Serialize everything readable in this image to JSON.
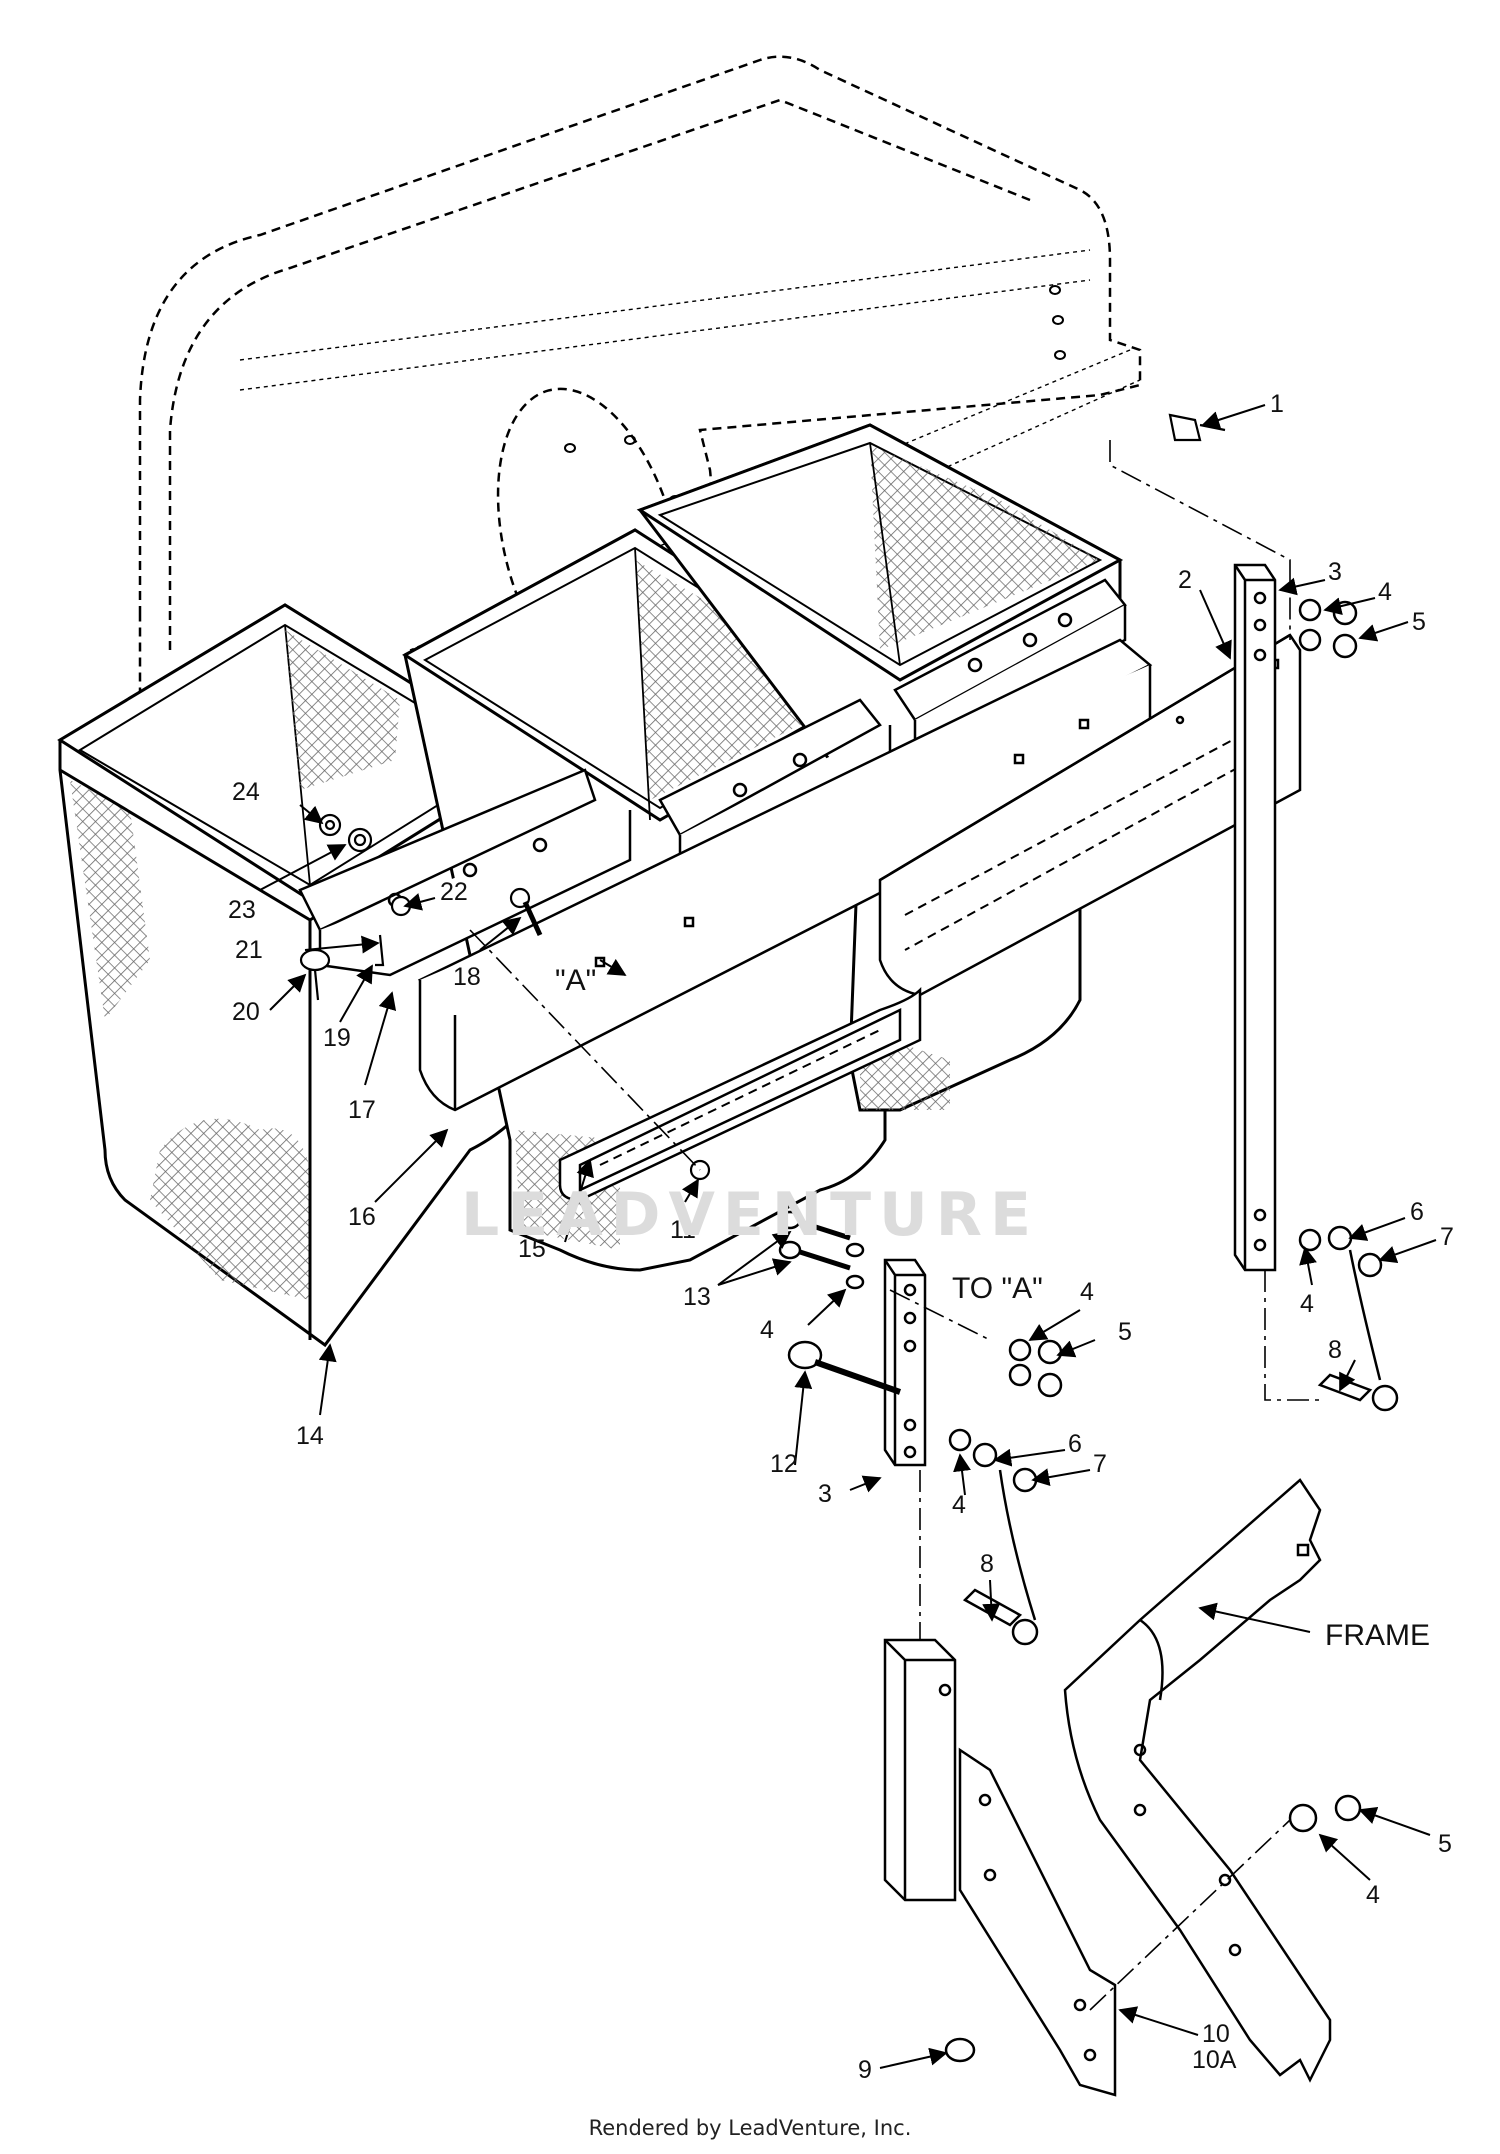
{
  "callouts": [
    {
      "id": "c1",
      "text": "1"
    },
    {
      "id": "c2",
      "text": "2"
    },
    {
      "id": "c3a",
      "text": "3"
    },
    {
      "id": "c4a",
      "text": "4"
    },
    {
      "id": "c5a",
      "text": "5"
    },
    {
      "id": "c6a",
      "text": "6"
    },
    {
      "id": "c7a",
      "text": "7"
    },
    {
      "id": "c4b",
      "text": "4"
    },
    {
      "id": "c8a",
      "text": "8"
    },
    {
      "id": "c24",
      "text": "24"
    },
    {
      "id": "c23",
      "text": "23"
    },
    {
      "id": "c22",
      "text": "22"
    },
    {
      "id": "c21",
      "text": "21"
    },
    {
      "id": "c20",
      "text": "20"
    },
    {
      "id": "c19",
      "text": "19"
    },
    {
      "id": "c18",
      "text": "18"
    },
    {
      "id": "c17",
      "text": "17"
    },
    {
      "id": "c16",
      "text": "16"
    },
    {
      "id": "c15",
      "text": "15"
    },
    {
      "id": "c11",
      "text": "11"
    },
    {
      "id": "c14",
      "text": "14"
    },
    {
      "id": "c13",
      "text": "13"
    },
    {
      "id": "c4c",
      "text": "4"
    },
    {
      "id": "c4d",
      "text": "4"
    },
    {
      "id": "c5b",
      "text": "5"
    },
    {
      "id": "c12",
      "text": "12"
    },
    {
      "id": "c6b",
      "text": "6"
    },
    {
      "id": "c7b",
      "text": "7"
    },
    {
      "id": "c3b",
      "text": "3"
    },
    {
      "id": "c4e",
      "text": "4"
    },
    {
      "id": "c8b",
      "text": "8"
    },
    {
      "id": "c5c",
      "text": "5"
    },
    {
      "id": "c4f",
      "text": "4"
    },
    {
      "id": "c9",
      "text": "9"
    },
    {
      "id": "c10",
      "text": "10"
    },
    {
      "id": "c10a",
      "text": "10A"
    }
  ],
  "labels": {
    "ref_a": "\"A\"",
    "to_a": "TO \"A\"",
    "frame": "FRAME"
  },
  "watermark": "LEADVENTURE",
  "footer": "Rendered by LeadVenture, Inc."
}
